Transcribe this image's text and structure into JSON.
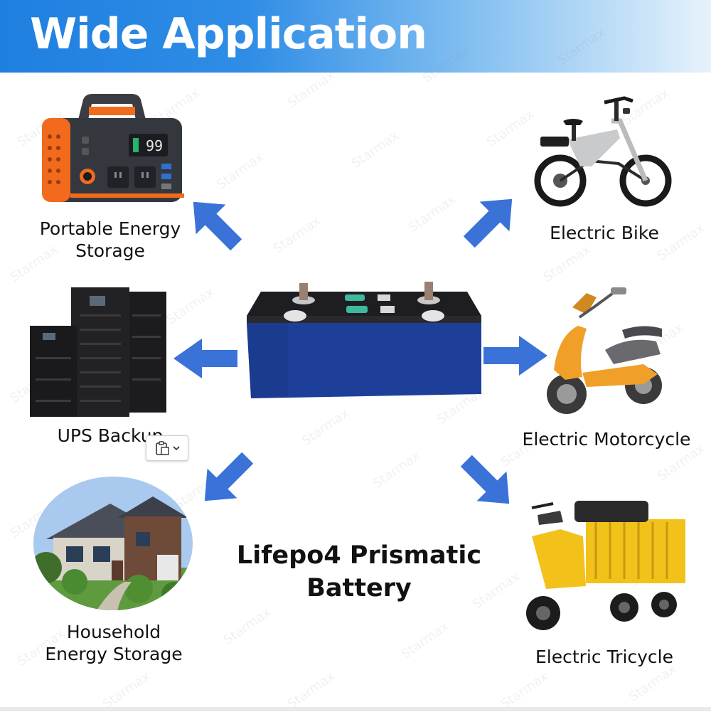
{
  "banner": {
    "title": "Wide Application"
  },
  "labels": {
    "portable": "Portable Energy\nStorage",
    "ebike": "Electric Bike",
    "ups": "UPS Backup",
    "motorcycle": "Electric Motorcycle",
    "household": "Household\nEnergy Storage",
    "tricycle": "Electric Tricycle"
  },
  "center_title": "Lifepo4 Prismatic\nBattery",
  "power_station_display": "99",
  "watermark": "Starmax",
  "colors": {
    "banner": "#1f7fe0",
    "arrow": "#3a72d8",
    "battery": "#1d3f9a",
    "accent_orange": "#f26a1b",
    "tricycle_yellow": "#f2c21a"
  },
  "icons": {
    "paste": "clipboard-icon",
    "dropdown": "chevron-down-icon"
  }
}
